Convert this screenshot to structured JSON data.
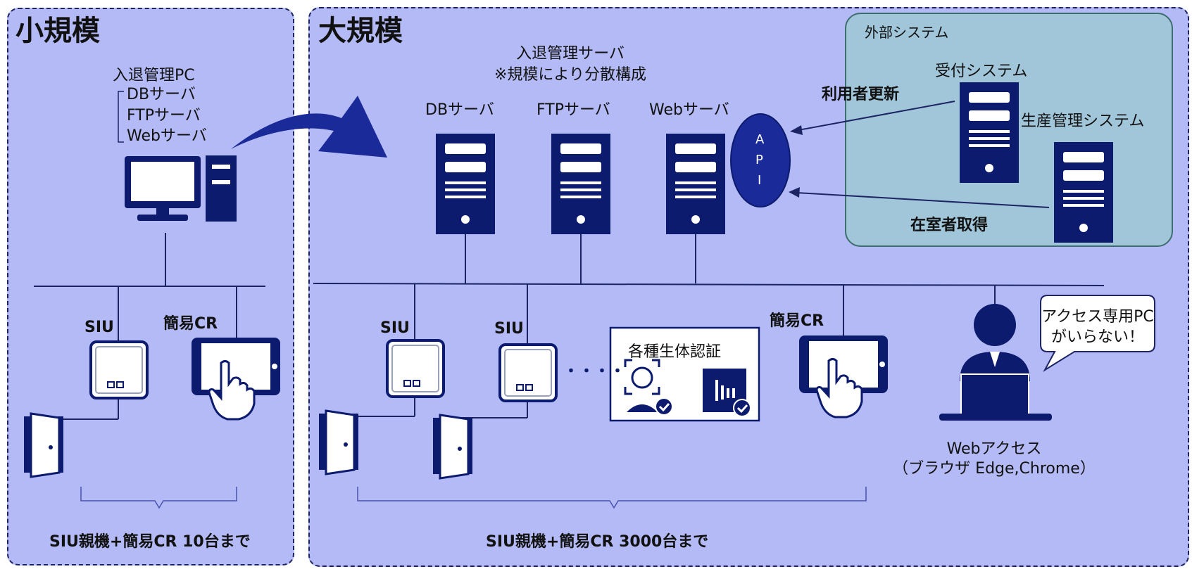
{
  "small": {
    "title": "小規模",
    "pc_label": "入退管理PC",
    "pc_sub": [
      "DBサーバ",
      "FTPサーバ",
      "Webサーバ"
    ],
    "siu_label": "SIU",
    "cr_label": "簡易CR",
    "footer": "SIU親機+簡易CR 10台まで"
  },
  "large": {
    "title": "大規模",
    "server_title_1": "入退管理サーバ",
    "server_title_2": "※規模により分散構成",
    "servers": [
      "DBサーバ",
      "FTPサーバ",
      "Webサーバ"
    ],
    "api_letters": [
      "A",
      "P",
      "I"
    ],
    "siu_label": "SIU",
    "cr_label": "簡易CR",
    "biometric_title": "各種生体認証",
    "ellipsis": "・・・・",
    "speech": [
      "アクセス専用PC",
      "がいらない！"
    ],
    "web_access_1": "Webアクセス",
    "web_access_2": "（ブラウザ Edge,Chrome）",
    "footer": "SIU親機+簡易CR 3000台まで"
  },
  "external": {
    "title": "外部システム",
    "reception": "受付システム",
    "production": "生産管理システム",
    "arrow_update": "利用者更新",
    "arrow_occupancy": "在室者取得"
  },
  "colors": {
    "panel": "#b3baf5",
    "external": "#a1c6d9",
    "navy": "#0d1b6e",
    "line": "#1c2463"
  }
}
